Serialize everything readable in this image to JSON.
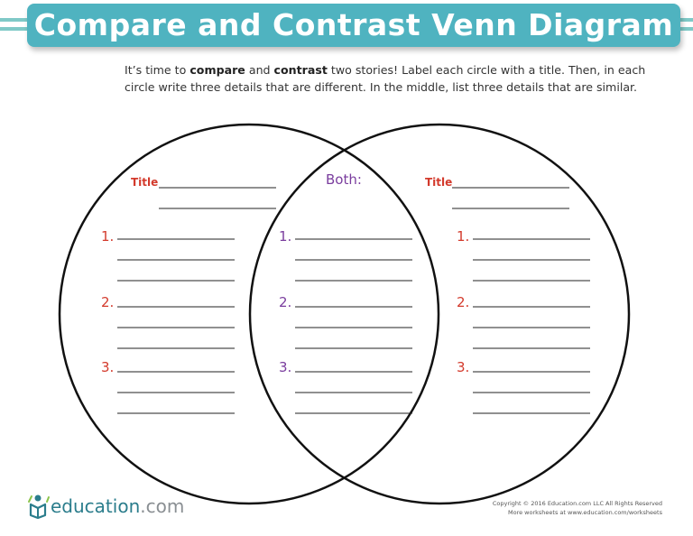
{
  "header": {
    "title": "Compare and Contrast Venn Diagram",
    "color": "#4fb3c0"
  },
  "instructions": {
    "part1": "It’s time to ",
    "bold1": "compare",
    "part2": " and ",
    "bold2": "contrast",
    "part3": " two stories! Label each circle with a title. Then, in each circle write three details that are different. In the middle, list three details that are similar."
  },
  "left_circle": {
    "title_label": "Title",
    "numbers": [
      "1.",
      "2.",
      "3."
    ],
    "number_color": "#d33a2c"
  },
  "middle": {
    "label": "Both:",
    "numbers": [
      "1.",
      "2.",
      "3."
    ],
    "number_color": "#7a3d9e"
  },
  "right_circle": {
    "title_label": "Title",
    "numbers": [
      "1.",
      "2.",
      "3."
    ],
    "number_color": "#d33a2c"
  },
  "footer": {
    "logo_main": "education",
    "logo_domain": ".com",
    "logo_icon": "reading-person-icon",
    "copyright": "Copyright © 2016 Education.com LLC All Rights Reserved",
    "more": "More worksheets at www.education.com/worksheets"
  }
}
